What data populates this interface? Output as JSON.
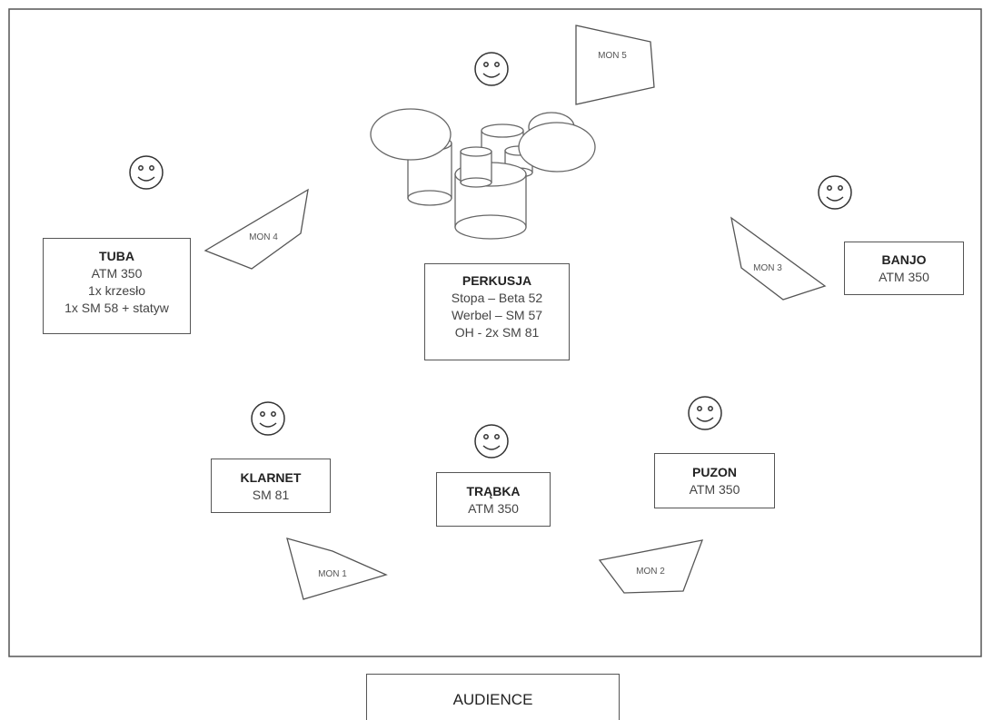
{
  "colors": {
    "line": "#555555",
    "text": "#333333",
    "background": "#ffffff"
  },
  "icons": {
    "musician": "smiley-icon",
    "drums": "drum-kit-icon",
    "monitor": "stage-monitor-icon"
  },
  "instruments": {
    "tuba": {
      "name": "TUBA",
      "lines": [
        "ATM 350",
        "1x krzesło",
        "1x SM 58 + statyw"
      ]
    },
    "perkusja": {
      "name": "PERKUSJA",
      "lines": [
        "Stopa – Beta 52",
        "Werbel – SM 57",
        "OH - 2x SM 81"
      ]
    },
    "banjo": {
      "name": "BANJO",
      "lines": [
        "ATM 350"
      ]
    },
    "klarnet": {
      "name": "KLARNET",
      "lines": [
        "SM 81"
      ]
    },
    "trabka": {
      "name": "TRĄBKA",
      "lines": [
        "ATM 350"
      ]
    },
    "puzon": {
      "name": "PUZON",
      "lines": [
        "ATM 350"
      ]
    }
  },
  "monitors": {
    "mon1": "MON 1",
    "mon2": "MON 2",
    "mon3": "MON 3",
    "mon4": "MON 4",
    "mon5": "MON 5"
  },
  "audience": "AUDIENCE"
}
